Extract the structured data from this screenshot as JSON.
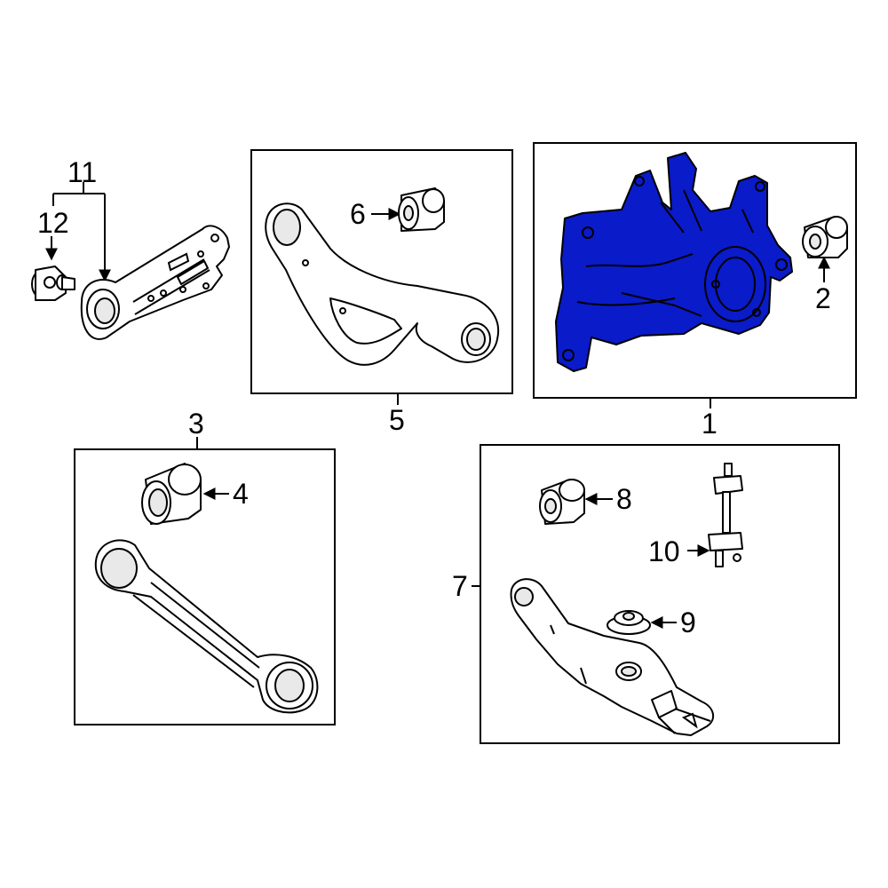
{
  "highlight_color": "#0a1bc9",
  "callouts": {
    "c1": "1",
    "c2": "2",
    "c3": "3",
    "c4": "4",
    "c5": "5",
    "c6": "6",
    "c7": "7",
    "c8": "8",
    "c9": "9",
    "c10": "10",
    "c11": "11",
    "c12": "12"
  }
}
